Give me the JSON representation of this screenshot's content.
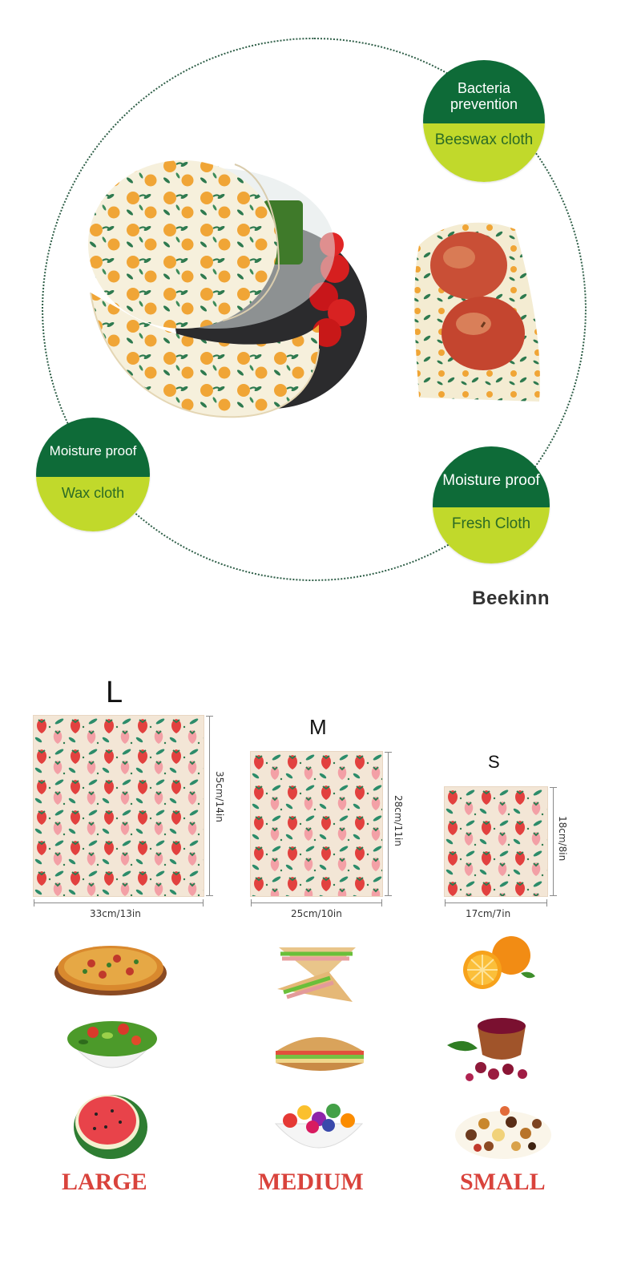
{
  "badges": [
    {
      "top": "Bacteria prevention",
      "bottom": "Beeswax cloth"
    },
    {
      "top": "Moisture proof",
      "bottom": "Wax cloth"
    },
    {
      "top": "Moisture proof",
      "bottom": "Fresh Cloth"
    }
  ],
  "brand": "Beekinn",
  "sizes": [
    {
      "letter": "L",
      "width_label": "33cm/13in",
      "height_label": "35cm/14in",
      "word": "LARGE"
    },
    {
      "letter": "M",
      "width_label": "25cm/10in",
      "height_label": "28cm/11in",
      "word": "MEDIUM"
    },
    {
      "letter": "S",
      "width_label": "17cm/7in",
      "height_label": "18cm/8in",
      "word": "SMALL"
    }
  ],
  "colors": {
    "green_dark": "#0e6b38",
    "green_light": "#c1d92b",
    "size_word": "#d9433c",
    "orange": "#f0a536",
    "strawberry": "#e2413f"
  },
  "icons": [
    "bowl-wrap-image",
    "apple-wrap-image",
    "pizza-icon",
    "salad-icon",
    "watermelon-icon",
    "sandwich-icon",
    "sub-sandwich-icon",
    "fruit-bowl-icon",
    "orange-icon",
    "berries-icon",
    "trail-mix-icon"
  ]
}
